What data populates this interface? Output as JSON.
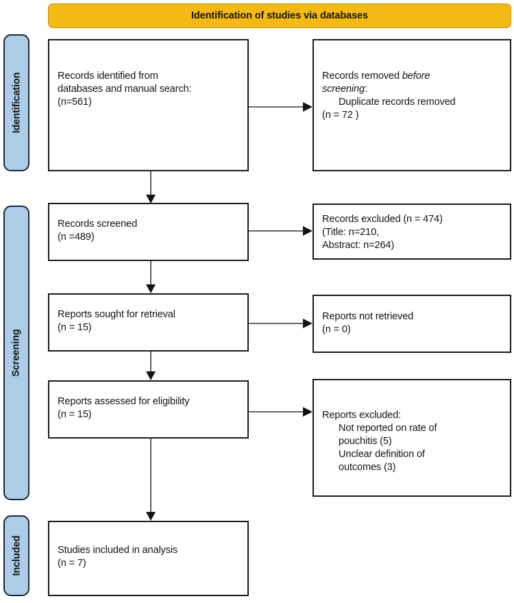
{
  "diagram": {
    "title": "Identification of studies via databases",
    "type": "PRISMA flow diagram",
    "colors": {
      "banner": "#f5b914",
      "stage_bar": "#accce8",
      "box_border": "#19191c",
      "text": "#141414"
    }
  },
  "stages": [
    {
      "id": "identification",
      "label": "Identification"
    },
    {
      "id": "screening",
      "label": "Screening"
    },
    {
      "id": "included",
      "label": "Included"
    }
  ],
  "boxes": {
    "identified": {
      "line1": "Records identified from",
      "line2": "databases and manual search:",
      "line3": "(n=561)"
    },
    "removed": {
      "line1_pre": "Records removed ",
      "line1_em": "before",
      "line2_em": "screening",
      "line2_post": ":",
      "line3": "Duplicate records removed",
      "line4": "(n = 72 )"
    },
    "screened": {
      "line1": "Records screened",
      "line2": "(n =489)"
    },
    "excluded_records": {
      "line1": "Records excluded (n = 474)",
      "line2": "(Title: n=210,",
      "line3": "Abstract: n=264)"
    },
    "sought": {
      "line1": "Reports sought for retrieval",
      "line2": "(n = 15)"
    },
    "not_retrieved": {
      "line1": "Reports not retrieved",
      "line2": "(n = 0)"
    },
    "assessed": {
      "line1": "Reports assessed for eligibility",
      "line2": "(n = 15)"
    },
    "excluded_reports": {
      "line1": "Reports excluded:",
      "line2": "Not reported on rate of",
      "line3": "pouchitis (5)",
      "line4": "Unclear definition of",
      "line5": "outcomes (3)"
    },
    "included": {
      "line1": "Studies included in analysis",
      "line2": "(n = 7)"
    }
  },
  "chart_data": {
    "type": "diagram",
    "title": "Identification of studies via databases",
    "nodes": [
      {
        "id": "identified",
        "stage": "Identification",
        "label": "Records identified from databases and manual search:",
        "n": 561
      },
      {
        "id": "removed",
        "stage": "Identification",
        "label": "Records removed before screening: Duplicate records removed",
        "n": 72
      },
      {
        "id": "screened",
        "stage": "Screening",
        "label": "Records screened",
        "n": 489
      },
      {
        "id": "excluded_records",
        "stage": "Screening",
        "label": "Records excluded",
        "n": 474,
        "breakdown": {
          "Title": 210,
          "Abstract": 264
        }
      },
      {
        "id": "sought",
        "stage": "Screening",
        "label": "Reports sought for retrieval",
        "n": 15
      },
      {
        "id": "not_retrieved",
        "stage": "Screening",
        "label": "Reports not retrieved",
        "n": 0
      },
      {
        "id": "assessed",
        "stage": "Screening",
        "label": "Reports assessed for eligibility",
        "n": 15
      },
      {
        "id": "excluded_reports",
        "stage": "Screening",
        "label": "Reports excluded",
        "breakdown": {
          "Not reported on rate of pouchitis": 5,
          "Unclear definition of outcomes": 3
        }
      },
      {
        "id": "included",
        "stage": "Included",
        "label": "Studies included in analysis",
        "n": 7
      }
    ],
    "edges": [
      {
        "from": "identified",
        "to": "removed",
        "direction": "right"
      },
      {
        "from": "identified",
        "to": "screened",
        "direction": "down"
      },
      {
        "from": "screened",
        "to": "excluded_records",
        "direction": "right"
      },
      {
        "from": "screened",
        "to": "sought",
        "direction": "down"
      },
      {
        "from": "sought",
        "to": "not_retrieved",
        "direction": "right"
      },
      {
        "from": "sought",
        "to": "assessed",
        "direction": "down"
      },
      {
        "from": "assessed",
        "to": "excluded_reports",
        "direction": "right"
      },
      {
        "from": "assessed",
        "to": "included",
        "direction": "down"
      }
    ]
  }
}
